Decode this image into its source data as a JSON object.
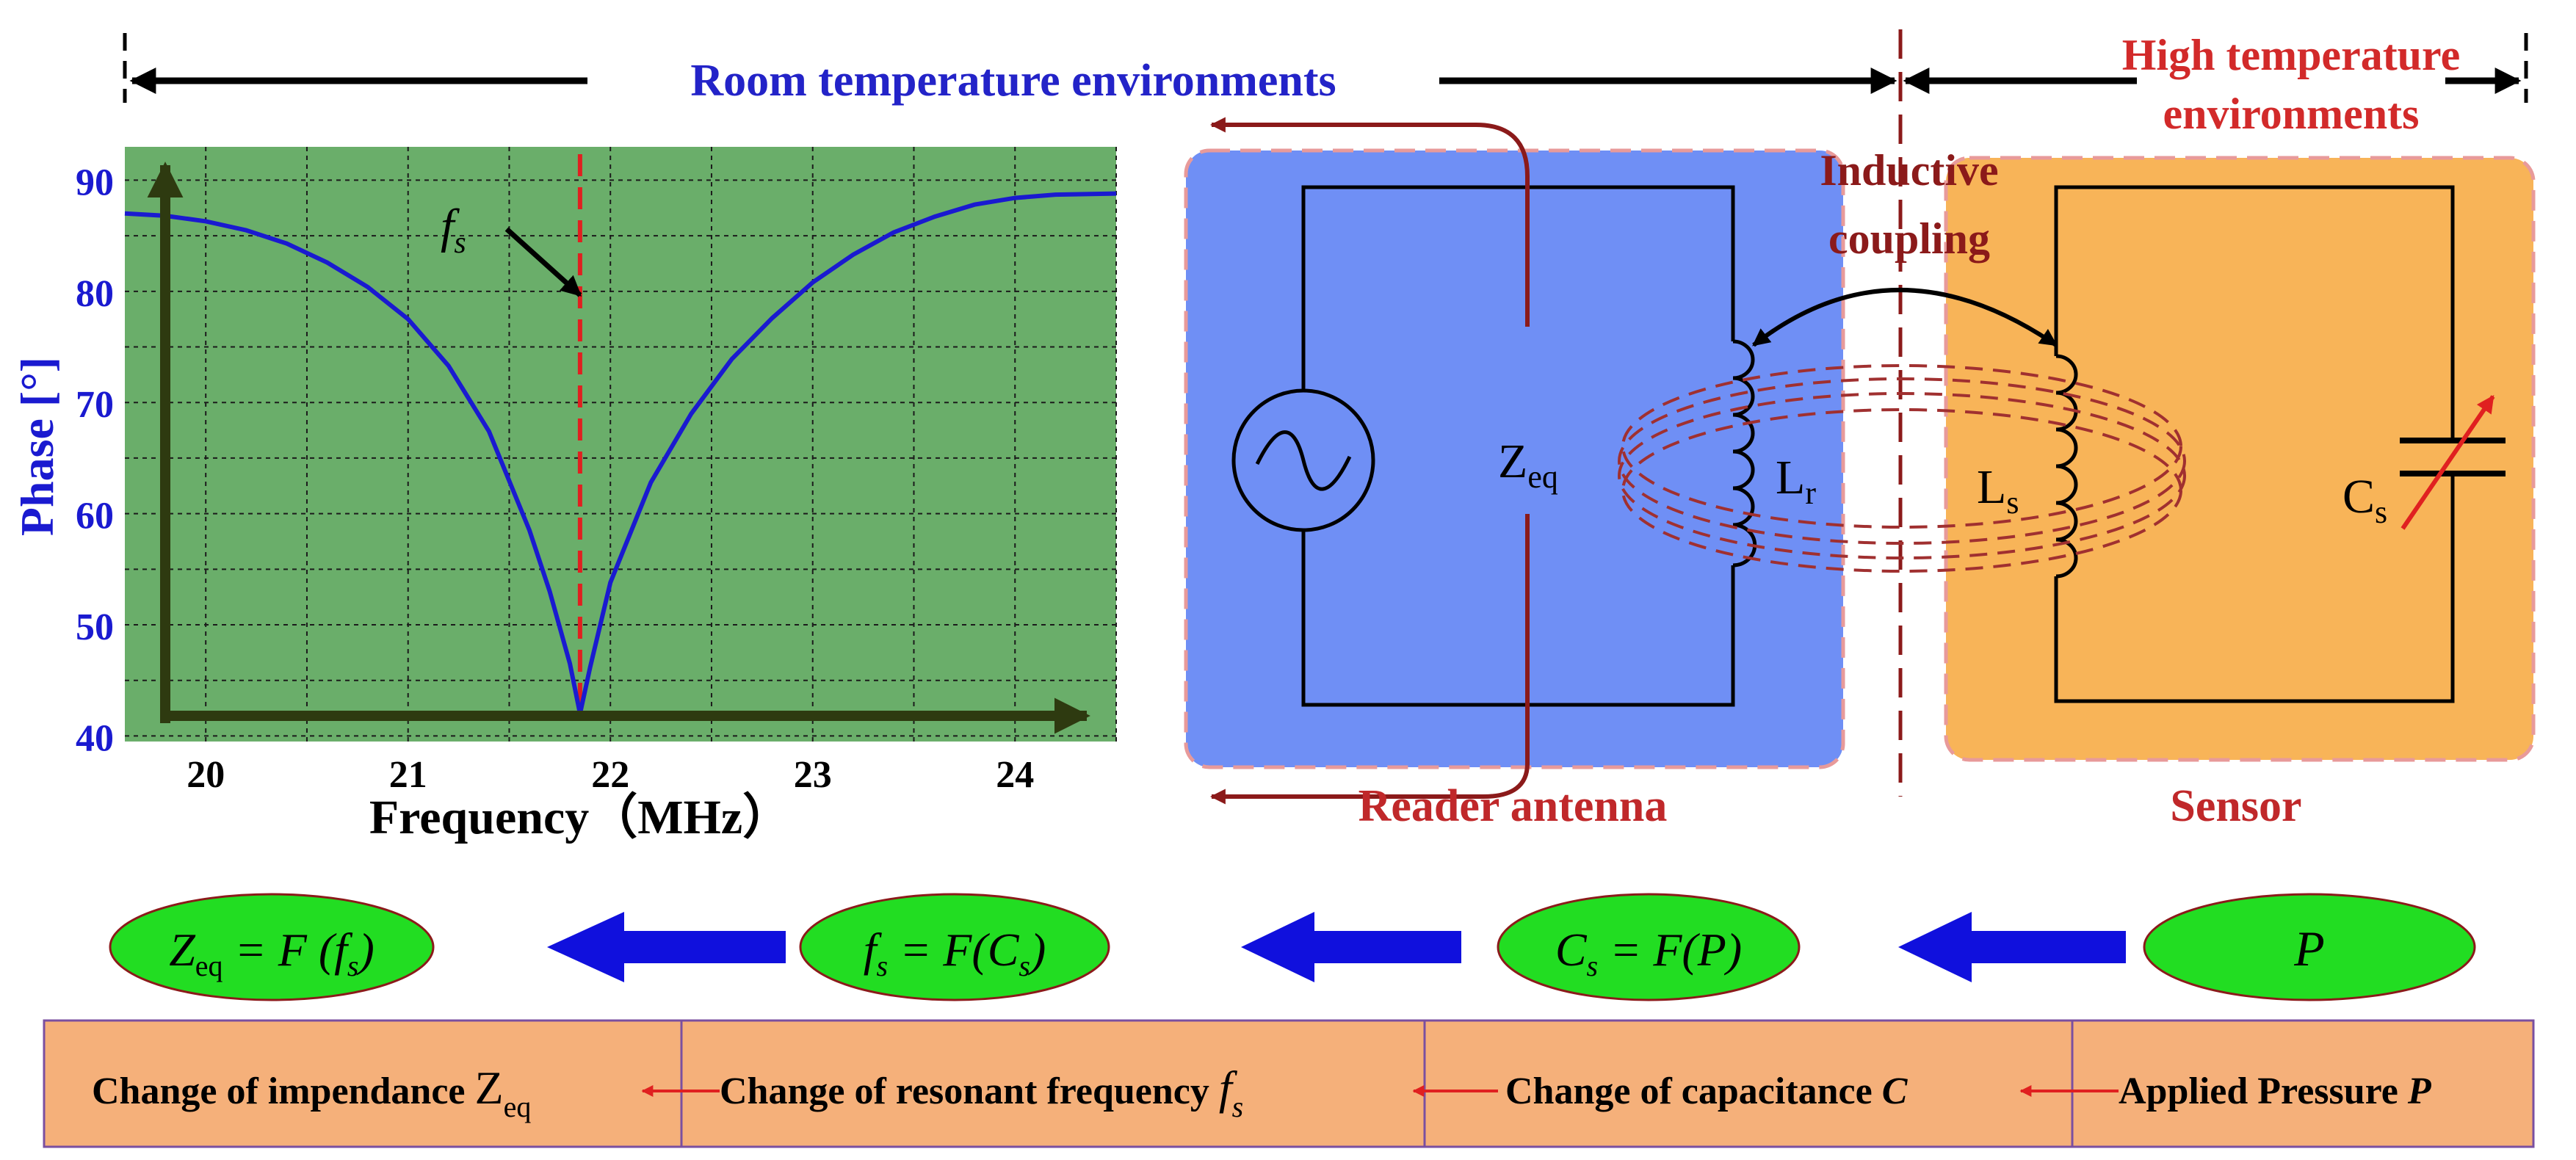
{
  "header": {
    "room_label": "Room temperature environments",
    "high_label_line1": "High temperature",
    "high_label_line2": "environments"
  },
  "chart": {
    "ylabel": "Phase [°]",
    "xlabel": "Frequency（MHz）",
    "fs_label": "f",
    "fs_sub": "s",
    "x_ticks": [
      "20",
      "21",
      "22",
      "23",
      "24"
    ],
    "y_ticks": [
      "90",
      "80",
      "70",
      "60",
      "50",
      "40"
    ]
  },
  "chart_data": {
    "type": "line",
    "title": "",
    "xlabel": "Frequency（MHz）",
    "ylabel": "Phase [°]",
    "xlim": [
      19.6,
      24.5
    ],
    "ylim": [
      39.5,
      93
    ],
    "grid": true,
    "resonance_marker_x": 21.85,
    "series": [
      {
        "x": [
          19.6,
          19.8,
          20.0,
          20.2,
          20.4,
          20.6,
          20.8,
          21.0,
          21.2,
          21.4,
          21.6,
          21.7,
          21.8,
          21.85,
          21.9,
          22.0,
          22.2,
          22.4,
          22.6,
          22.8,
          23.0,
          23.2,
          23.4,
          23.6,
          23.8,
          24.0,
          24.2,
          24.5
        ],
        "y": [
          87,
          86.8,
          86.3,
          85.5,
          84.3,
          82.6,
          80.4,
          77.5,
          73.3,
          67.4,
          58.5,
          53,
          46.5,
          42,
          46.2,
          53.8,
          62.8,
          69,
          73.9,
          77.6,
          80.8,
          83.3,
          85.3,
          86.7,
          87.8,
          88.4,
          88.7,
          88.8
        ]
      }
    ]
  },
  "circuit": {
    "zeq_main": "Z",
    "zeq_sub": "eq",
    "lr_main": "L",
    "lr_sub": "r",
    "ls_main": "L",
    "ls_sub": "s",
    "cs_main": "C",
    "cs_sub": "s",
    "coupling_line1": "Inductive",
    "coupling_line2": "coupling",
    "reader_label": "Reader antenna",
    "sensor_label": "Sensor"
  },
  "flow": [
    {
      "lhs": "Z",
      "lhs_sub": "eq",
      "op": " = F (",
      "arg": "f",
      "arg_sub": "s",
      "close": ")"
    },
    {
      "lhs": "f",
      "lhs_sub": "s",
      "op": " = F(",
      "arg": "C",
      "arg_sub": "s",
      "close": ")"
    },
    {
      "lhs": "C",
      "lhs_sub": "s",
      "op": " = F(",
      "arg": "P",
      "arg_sub": "",
      "close": ")"
    },
    {
      "lhs": "P",
      "lhs_sub": "",
      "op": "",
      "arg": "",
      "arg_sub": "",
      "close": ""
    }
  ],
  "bottom_bar": [
    {
      "text": "Change of impendance ",
      "sym": "Z",
      "sym_sub": "eq"
    },
    {
      "text": "Change of resonant frequency ",
      "sym": "f",
      "sym_sub": "s"
    },
    {
      "text": "Change of capacitance ",
      "sym": "C",
      "sym_sub": ""
    },
    {
      "text": "Applied Pressure ",
      "sym": "P",
      "sym_sub": ""
    }
  ],
  "colors": {
    "chart_bg": "#6aae6a",
    "curve": "#1a1ad0",
    "axis_dark": "#2e3a10",
    "dashed_red": "#e02020",
    "reader_box": "#6f8ff5",
    "sensor_box": "#f8b458",
    "box_border": "#e89a9a",
    "dark_red": "#8b1a1a",
    "title_blue": "#2323c8",
    "title_red": "#d22a2a",
    "ellipse": "#22dd22",
    "arrow_blue": "#1010dd",
    "bar_fill": "#f5b07a",
    "bar_border": "#7a4fa0"
  }
}
